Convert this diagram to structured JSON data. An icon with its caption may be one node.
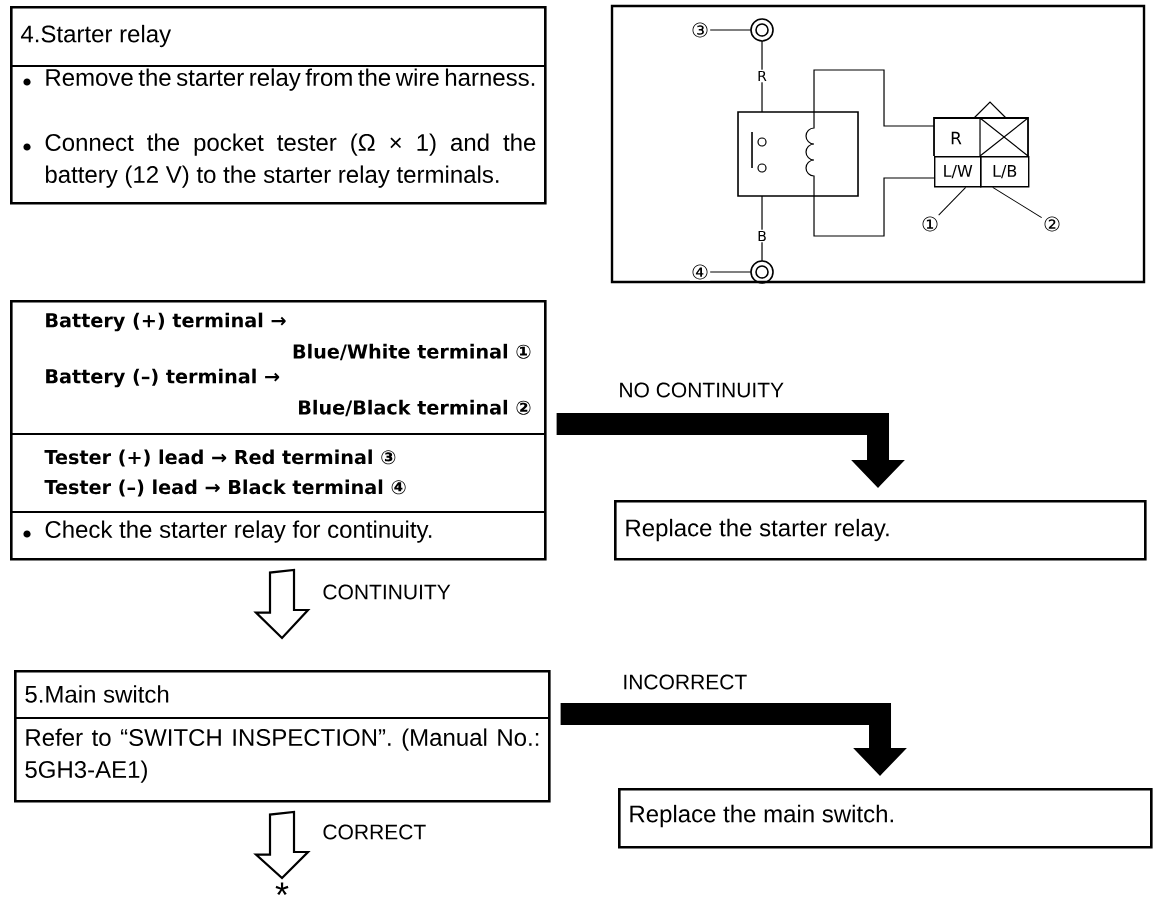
{
  "diagram": {
    "nodes": [
      {
        "text": [
          "4.Starter relay",
          "Remove the starter relay from the wire harness.",
          "Connect the pocket tester (Ω × 1) and the battery (12 V) to the starter relay terminals."
        ]
      },
      {
        "text": [
          "Battery (+) terminal →",
          "Blue/White terminal ①",
          "Battery (–) terminal →",
          "Blue/Black terminal ②",
          "Tester (+) lead → Red terminal ③",
          "Tester (–) lead → Black terminal ④",
          "Check the starter relay for continuity."
        ]
      },
      {
        "text": [
          "Replace the starter relay."
        ]
      },
      {
        "text": [
          "5.Main switch",
          "Refer to “SWITCH INSPECTION”. (Manual No.: 5GH3-AE1)"
        ]
      },
      {
        "text": [
          "Replace the main switch."
        ]
      },
      {
        "text": [
          "*"
        ]
      },
      {
        "text": [
          "L/W"
        ]
      },
      {
        "text": [
          "L/B"
        ]
      },
      {
        "text": [
          "①"
        ]
      },
      {
        "text": [
          "②"
        ]
      }
    ],
    "edges": [
      {
        "from": 1,
        "to": 2,
        "arrow": "to",
        "label": "NO CONTINUITY",
        "style": "thick"
      },
      {
        "from": 1,
        "to": 3,
        "arrow": "to",
        "label": "CONTINUITY"
      },
      {
        "from": 3,
        "to": 4,
        "arrow": "to",
        "label": "INCORRECT",
        "style": "thick"
      },
      {
        "from": 3,
        "to": 5,
        "arrow": "to",
        "label": "CORRECT"
      },
      {
        "from": 8,
        "to": 6,
        "arrow": "none"
      },
      {
        "from": 9,
        "to": 7,
        "arrow": "none"
      }
    ],
    "labels": [
      "③",
      "R",
      "R",
      "B",
      "④"
    ]
  }
}
